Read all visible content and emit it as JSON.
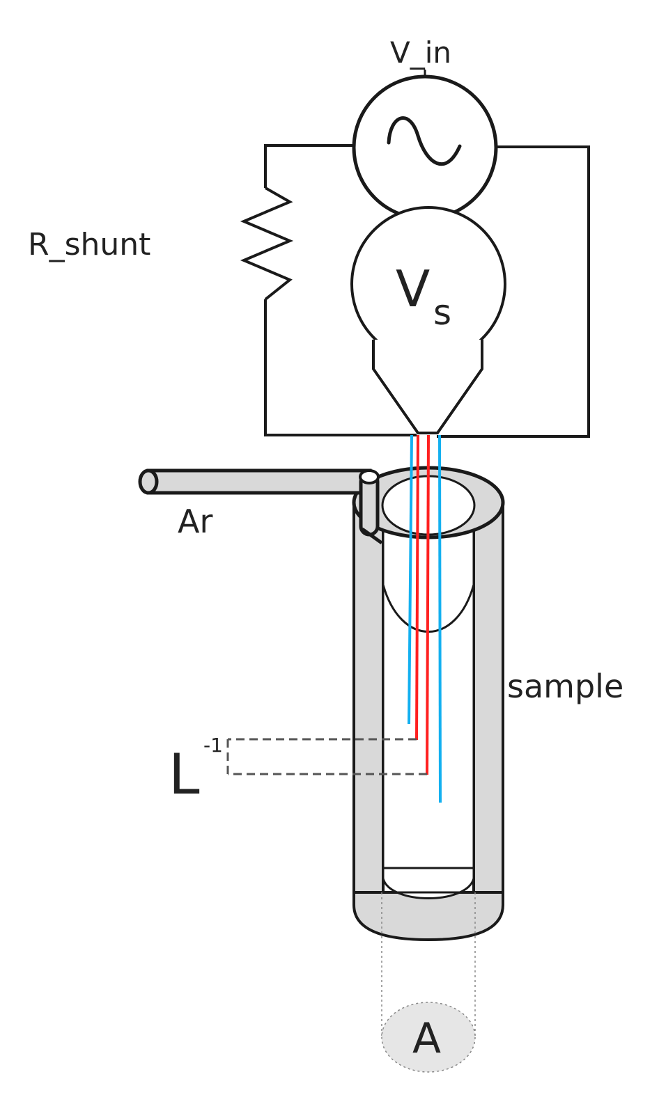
{
  "labels": {
    "v_in": "V_in",
    "r_shunt": "R_shunt",
    "voltmeter_v": "V",
    "voltmeter_sub": "s",
    "ar": "Ar",
    "sample": "sample",
    "l": "L",
    "l_sup": "-1",
    "area": "A"
  },
  "colors": {
    "wire": "#1a1a1a",
    "tube_fill": "#d9d9d9",
    "probe_red": "#ff2020",
    "probe_blue": "#13b0f0",
    "dashed": "#555555"
  }
}
